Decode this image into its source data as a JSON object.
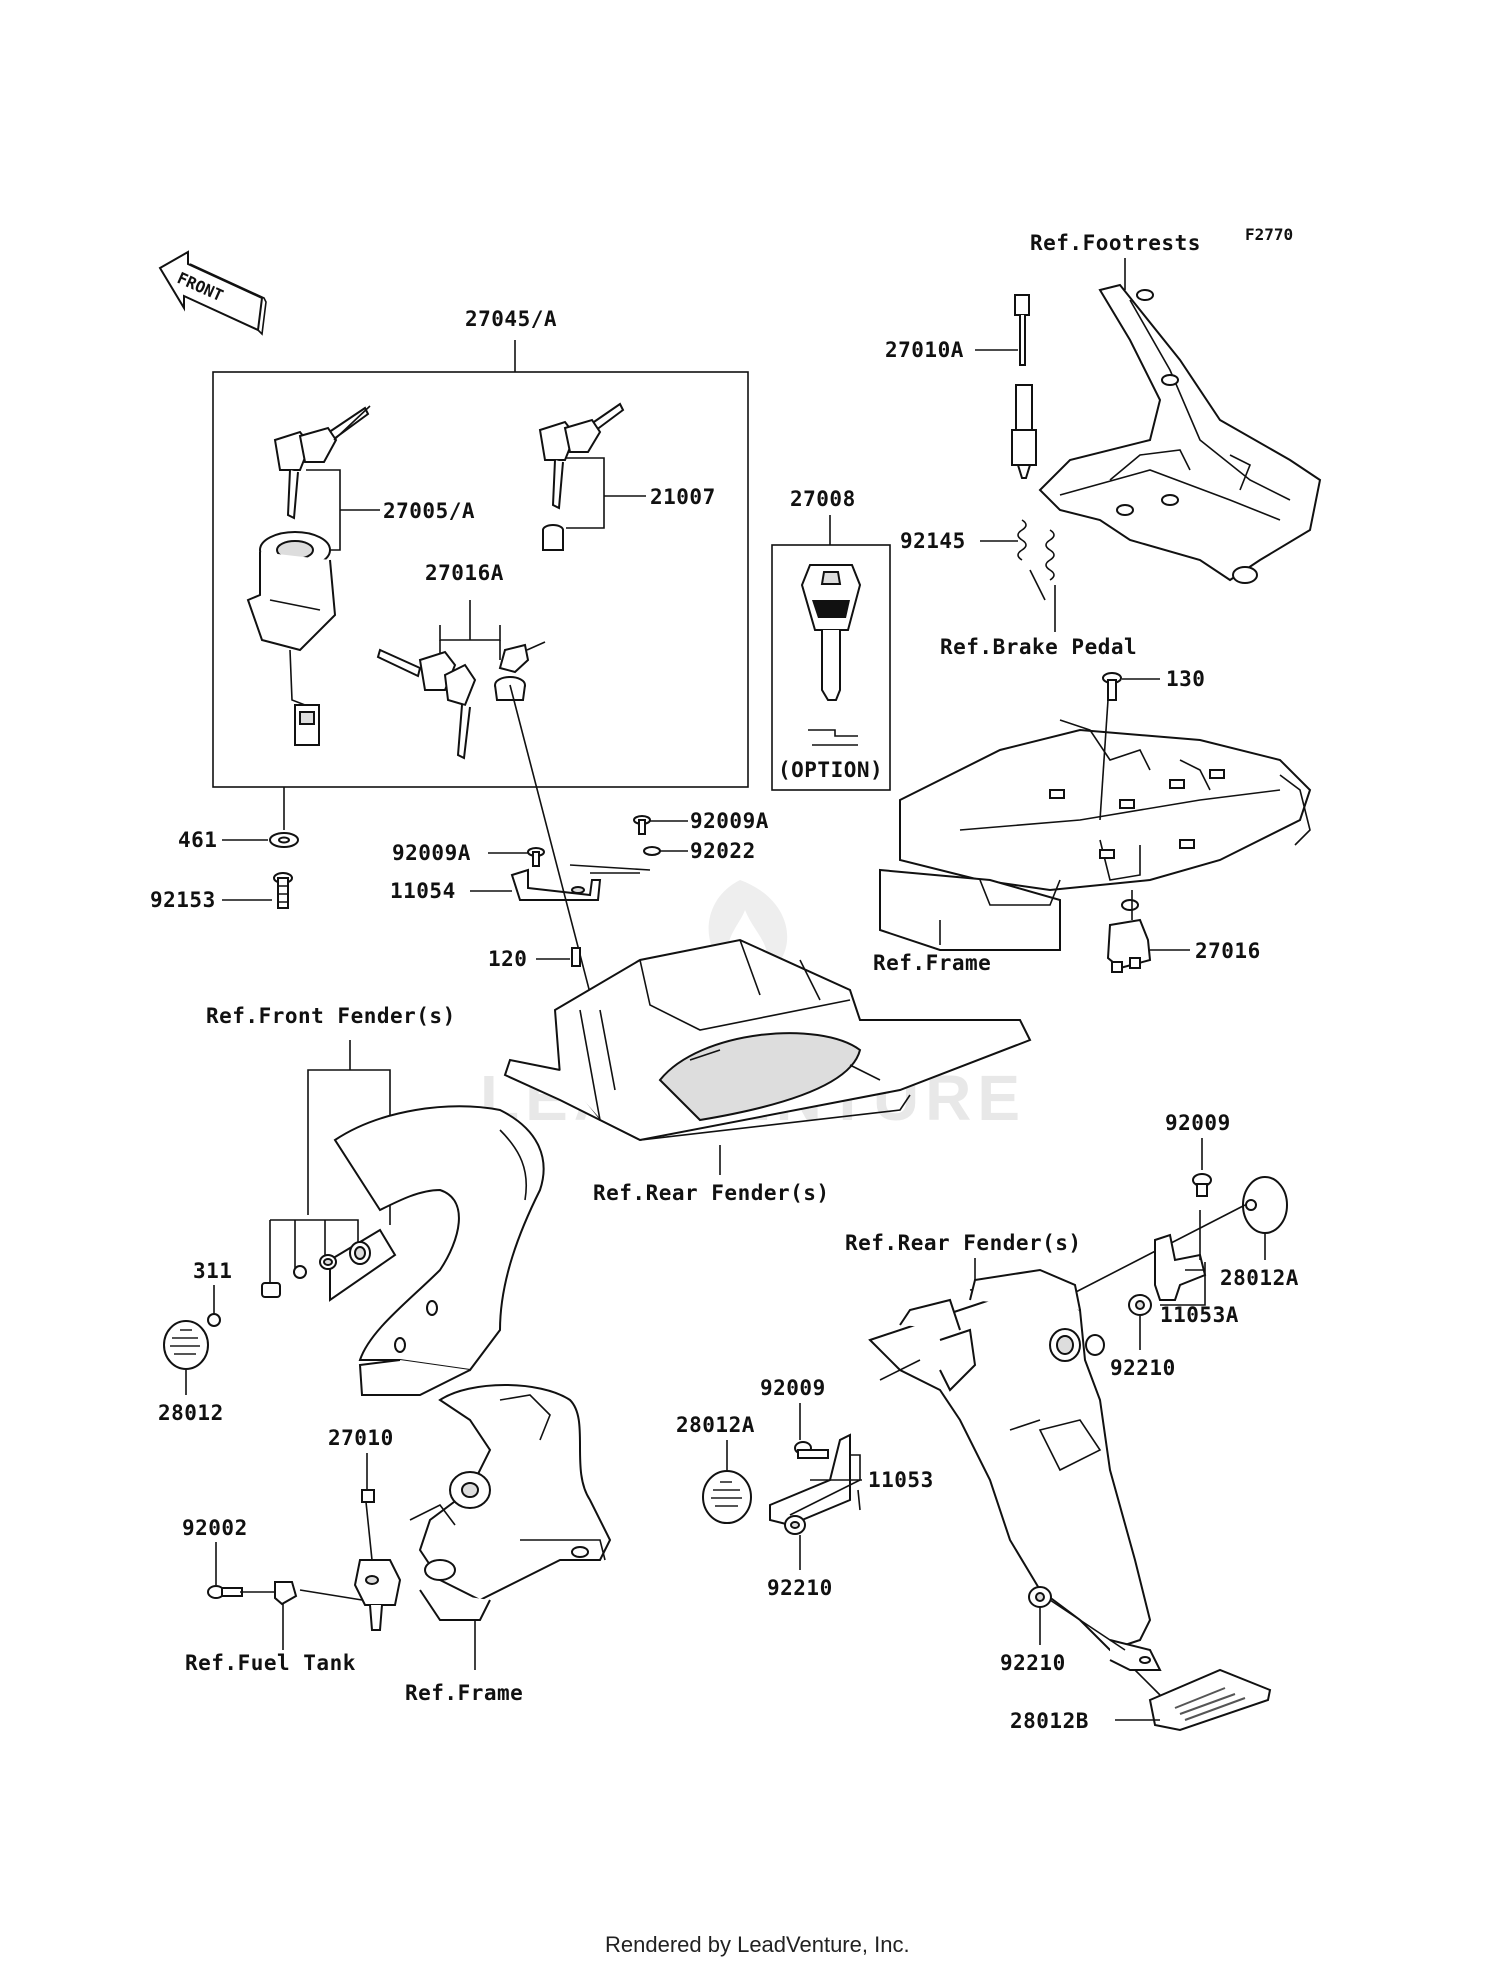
{
  "diagram_id": "F2770",
  "front_arrow": "FRONT",
  "footer": "Rendered by LeadVenture, Inc.",
  "watermark": "LEADVENTURE",
  "labels": {
    "l_27045A": "27045/A",
    "l_27005A": "27005/A",
    "l_21007": "21007",
    "l_27016A": "27016A",
    "l_27008": "27008",
    "l_option": "(OPTION)",
    "l_461": "461",
    "l_92153": "92153",
    "l_92009A_1": "92009A",
    "l_92009A_2": "92009A",
    "l_92022": "92022",
    "l_11054": "11054",
    "l_120": "120",
    "l_reffootrests": "Ref.Footrests",
    "l_27010A": "27010A",
    "l_92145": "92145",
    "l_refbrake": "Ref.Brake Pedal",
    "l_130": "130",
    "l_refframe1": "Ref.Frame",
    "l_27016": "27016",
    "l_reffrontfender": "Ref.Front Fender(s)",
    "l_refrearfender1": "Ref.Rear Fender(s)",
    "l_311": "311",
    "l_28012": "28012",
    "l_27010": "27010",
    "l_92002": "92002",
    "l_reffueltank": "Ref.Fuel Tank",
    "l_refframe2": "Ref.Frame",
    "l_92009_1": "92009",
    "l_refrearfender2": "Ref.Rear Fender(s)",
    "l_28012A_1": "28012A",
    "l_11053A": "11053A",
    "l_92210_1": "92210",
    "l_92009_2": "92009",
    "l_28012A_2": "28012A",
    "l_11053": "11053",
    "l_92210_2": "92210",
    "l_92210_3": "92210",
    "l_28012B": "28012B"
  }
}
